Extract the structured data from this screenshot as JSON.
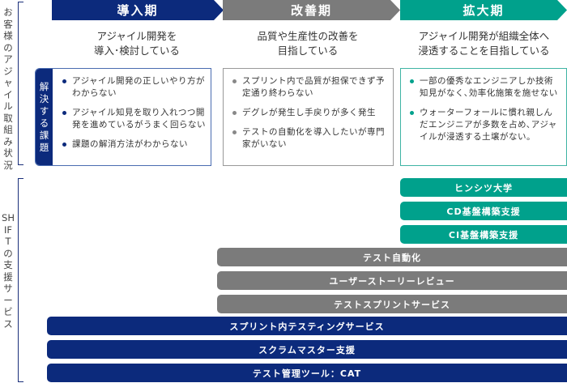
{
  "side_labels": {
    "top": "お客様のアジャイル取組み状況",
    "bottom": "SHIFTの支援サービス"
  },
  "colors": {
    "navy": "#0c2a7c",
    "gray": "#7b7b7b",
    "teal": "#00a18c"
  },
  "phases": [
    {
      "title": "導入期",
      "desc": [
        "アジャイル開発を",
        "導入･検討している"
      ],
      "issues": [
        "アジャイル開発の正しいやり方がわからない",
        "アジャイル知見を取り入れつつ開発を進めているがうまく回らない",
        "課題の解消方法がわからない"
      ]
    },
    {
      "title": "改善期",
      "desc": [
        "品質や生産性の改善を",
        "目指している"
      ],
      "issues": [
        "スプリント内で品質が担保できず予定通り終わらない",
        "デグレが発生し手戻りが多く発生",
        "テストの自動化を導入したいが専門家がいない"
      ]
    },
    {
      "title": "拡大期",
      "desc": [
        "アジャイル開発が組織全体へ",
        "浸透することを目指している"
      ],
      "issues": [
        "一部の優秀なエンジニアしか技術知見がなく､効率化施策を施せない",
        "ウォーターフォールに慣れ親しんだエンジニアが多数を占め､アジャイルが浸透する土壌がない。"
      ]
    }
  ],
  "issues_label": "解決する課題",
  "services": {
    "expansion": [
      "ヒンシツ大学",
      "CD基盤構築支援",
      "CI基盤構築支援"
    ],
    "improvement": [
      "テスト自動化",
      "ユーザーストーリーレビュー",
      "テストスプリントサービス"
    ],
    "introduction": [
      "スプリント内テスティングサービス",
      "スクラムマスター支援",
      "テスト管理ツール：CAT"
    ]
  }
}
